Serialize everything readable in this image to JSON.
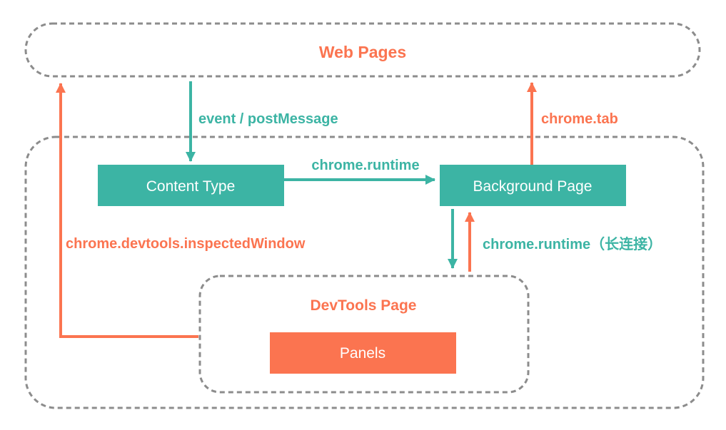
{
  "colors": {
    "teal": "#3cb4a4",
    "orange": "#fb7450",
    "dash_gray": "#8c8c8c",
    "node_text": "#ffffff"
  },
  "containers": {
    "web_pages": {
      "label": "Web Pages"
    },
    "devtools_page": {
      "label": "DevTools Page"
    }
  },
  "nodes": {
    "content_type": {
      "label": "Content Type"
    },
    "background_page": {
      "label": "Background Page"
    },
    "panels": {
      "label": "Panels"
    }
  },
  "edges": {
    "event_post_message": {
      "label": "event / postMessage",
      "color": "#3cb4a4",
      "from": "Web Pages",
      "to": "Content Type"
    },
    "chrome_runtime": {
      "label": "chrome.runtime",
      "color": "#3cb4a4",
      "from": "Content Type",
      "to": "Background Page"
    },
    "chrome_tab": {
      "label": "chrome.tab",
      "color": "#fb7450",
      "from": "Background Page",
      "to": "Web Pages"
    },
    "chrome_runtime_long_connection": {
      "label": "chrome.runtime（长连接）",
      "color": "#3cb4a4",
      "from": "Background Page",
      "to": "DevTools Page",
      "bidirectional": true
    },
    "chrome_devtools_inspected_window": {
      "label": "chrome.devtools.inspectedWindow",
      "color": "#fb7450",
      "from": "DevTools Page",
      "to": "Web Pages"
    }
  }
}
